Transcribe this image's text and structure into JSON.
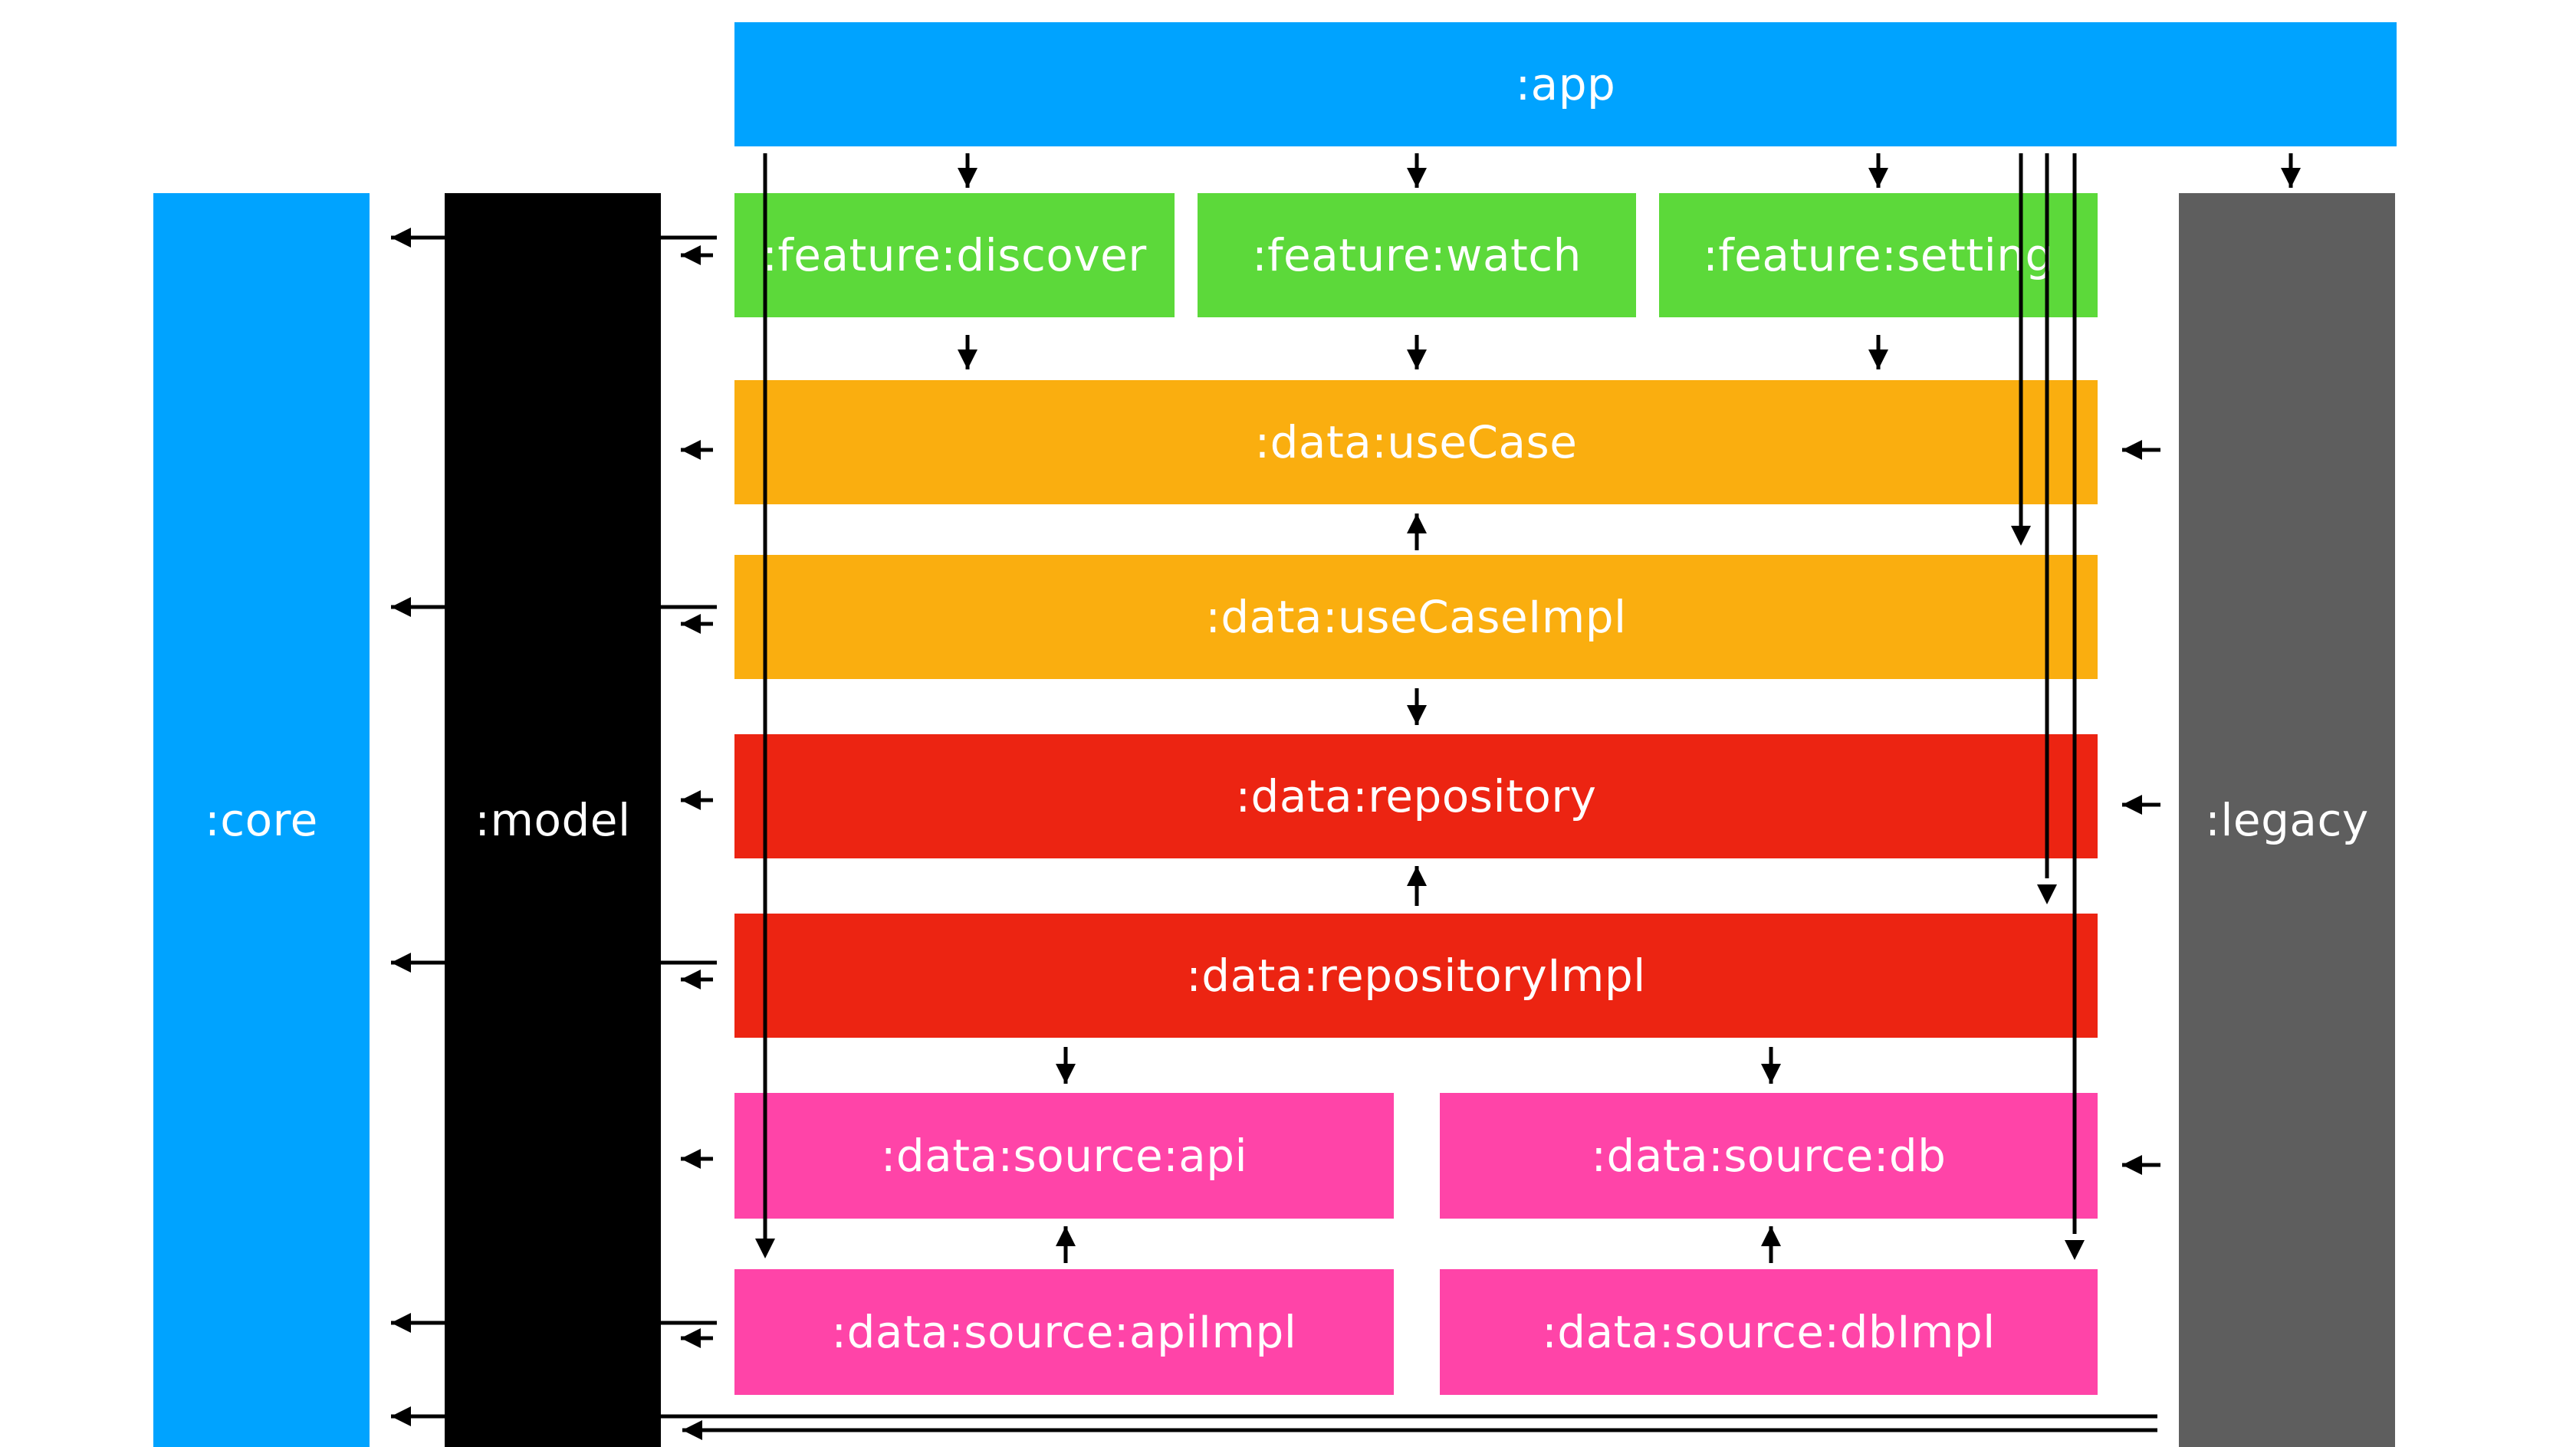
{
  "colors": {
    "app": "#00A3FF",
    "core": "#00A3FF",
    "model": "#000000",
    "legacy": "#5E5E5E",
    "feature": "#5CD93A",
    "usecase": "#FAAE0F",
    "repository": "#EC2412",
    "source": "#FF44A8",
    "wire": "#000000"
  },
  "modules": {
    "app": ":app",
    "core": ":core",
    "model": ":model",
    "legacy": ":legacy",
    "feature_discover": ":feature:discover",
    "feature_watch": ":feature:watch",
    "feature_setting": ":feature:setting",
    "data_usecase": ":data:useCase",
    "data_usecaseimpl": ":data:useCaseImpl",
    "data_repository": ":data:repository",
    "data_repositoryimpl": ":data:repositoryImpl",
    "data_source_api": ":data:source:api",
    "data_source_db": ":data:source:db",
    "data_source_apiimpl": ":data:source:apiImpl",
    "data_source_dbimpl": ":data:source:dbImpl"
  }
}
